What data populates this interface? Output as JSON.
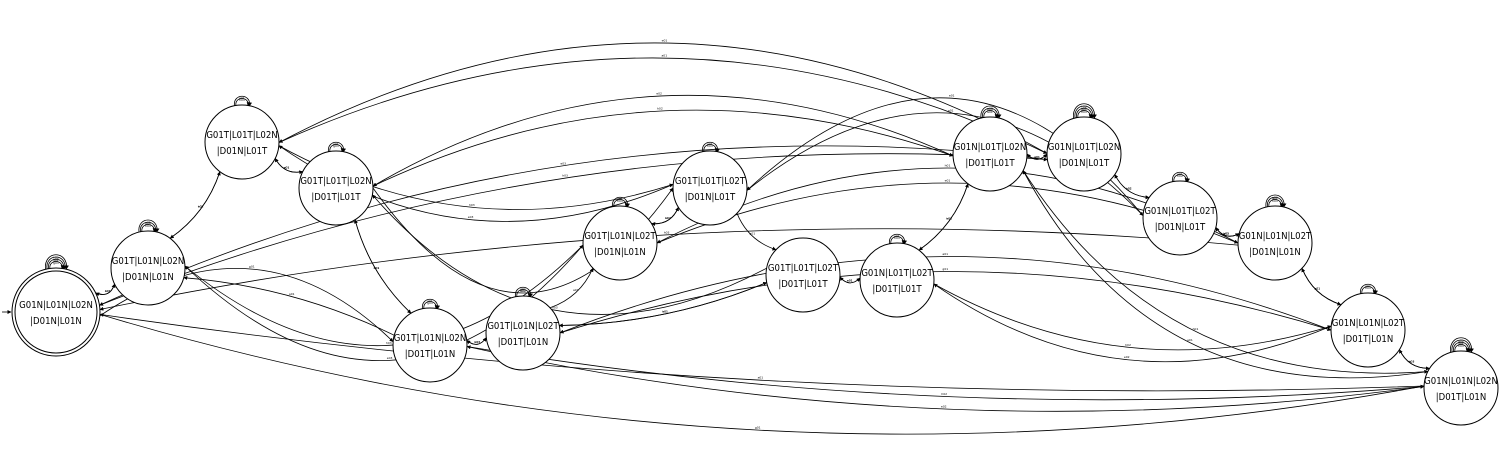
{
  "accent": {
    "highlighted_state_fill": "#f07070"
  },
  "states": [
    {
      "id": "s0",
      "line1": "G01N|L01N|L02N",
      "line2": "|D01N|L01N",
      "initial": true
    },
    {
      "id": "s1",
      "line1": "G01T|L01N|L02N",
      "line2": "|D01N|L01N"
    },
    {
      "id": "s2",
      "line1": "G01T|L01T|L02N",
      "line2": "|D01N|L01T"
    },
    {
      "id": "s3",
      "line1": "G01T|L01T|L02N",
      "line2": "|D01T|L01T"
    },
    {
      "id": "s4",
      "line1": "G01T|L01N|L02N",
      "line2": "|D01T|L01N"
    },
    {
      "id": "s5",
      "line1": "G01T|L01N|L02T",
      "line2": "|D01T|L01N"
    },
    {
      "id": "s6",
      "line1": "G01T|L01N|L02T",
      "line2": "|D01N|L01N"
    },
    {
      "id": "s7",
      "line1": "G01T|L01T|L02T",
      "line2": "|D01N|L01T"
    },
    {
      "id": "s8",
      "line1": "G01T|L01T|L02T",
      "line2": "|D01T|L01T",
      "highlighted": true
    },
    {
      "id": "s9",
      "line1": "G01N|L01T|L02T",
      "line2": "|D01T|L01T"
    },
    {
      "id": "s10",
      "line1": "G01N|L01T|L02N",
      "line2": "|D01T|L01T"
    },
    {
      "id": "s11",
      "line1": "G01N|L01T|L02N",
      "line2": "|D01N|L01T"
    },
    {
      "id": "s12",
      "line1": "G01N|L01T|L02T",
      "line2": "|D01N|L01T"
    },
    {
      "id": "s13",
      "line1": "G01N|L01N|L02T",
      "line2": "|D01N|L01N"
    },
    {
      "id": "s14",
      "line1": "G01N|L01N|L02T",
      "line2": "|D01T|L01N"
    },
    {
      "id": "s15",
      "line1": "G01N|L01N|L02N",
      "line2": "|D01T|L01N"
    }
  ],
  "transitions": [
    {
      "from": "s0",
      "to": "s1",
      "label": "h01"
    },
    {
      "from": "s1",
      "to": "s0",
      "label": "e01"
    },
    {
      "from": "s1",
      "to": "s2",
      "label": "h02"
    },
    {
      "from": "s2",
      "to": "s1",
      "label": "e02"
    },
    {
      "from": "s2",
      "to": "s3",
      "label": "g01"
    },
    {
      "from": "s3",
      "to": "s2",
      "label": "a01"
    },
    {
      "from": "s3",
      "to": "s4",
      "label": "h01"
    },
    {
      "from": "s4",
      "to": "s3",
      "label": "e01"
    },
    {
      "from": "s4",
      "to": "s5",
      "label": "h03"
    },
    {
      "from": "s5",
      "to": "s4",
      "label": "e03"
    },
    {
      "from": "s5",
      "to": "s6",
      "label": "a01"
    },
    {
      "from": "s6",
      "to": "s7",
      "label": "h02"
    },
    {
      "from": "s7",
      "to": "s6",
      "label": "e02"
    },
    {
      "from": "s7",
      "to": "s8",
      "label": "g01"
    },
    {
      "from": "s8",
      "to": "s9",
      "label": "a01"
    },
    {
      "from": "s9",
      "to": "s8",
      "label": "e01"
    },
    {
      "from": "s9",
      "to": "s10",
      "label": "h03"
    },
    {
      "from": "s10",
      "to": "s9",
      "label": "e03"
    },
    {
      "from": "s10",
      "to": "s11",
      "label": "g01"
    },
    {
      "from": "s11",
      "to": "s10",
      "label": "a01"
    },
    {
      "from": "s11",
      "to": "s12",
      "label": "h02"
    },
    {
      "from": "s12",
      "to": "s11",
      "label": "e02"
    },
    {
      "from": "s12",
      "to": "s13",
      "label": "h03"
    },
    {
      "from": "s13",
      "to": "s12",
      "label": "e03"
    },
    {
      "from": "s13",
      "to": "s14",
      "label": "a01"
    },
    {
      "from": "s14",
      "to": "s13",
      "label": "g01"
    },
    {
      "from": "s14",
      "to": "s15",
      "label": "h03"
    },
    {
      "from": "s15",
      "to": "s14",
      "label": "e03"
    },
    {
      "from": "s0",
      "to": "s4",
      "label": "g01"
    },
    {
      "from": "s4",
      "to": "s1",
      "label": "a01"
    },
    {
      "from": "s6",
      "to": "s1",
      "label": "h03"
    },
    {
      "from": "s1",
      "to": "s6",
      "label": "e03"
    },
    {
      "from": "s5",
      "to": "s8",
      "label": "h01"
    },
    {
      "from": "s8",
      "to": "s5",
      "label": "e01"
    },
    {
      "from": "s8",
      "to": "s3",
      "label": "h03"
    },
    {
      "from": "s3",
      "to": "s7",
      "label": "e03"
    },
    {
      "from": "s2",
      "to": "s7",
      "label": "h03"
    },
    {
      "from": "s7",
      "to": "s2",
      "label": "e03"
    },
    {
      "from": "s2",
      "to": "s11",
      "label": "a01"
    },
    {
      "from": "s11",
      "to": "s2",
      "label": "e01"
    },
    {
      "from": "s3",
      "to": "s10",
      "label": "h02"
    },
    {
      "from": "s10",
      "to": "s3",
      "label": "e02"
    },
    {
      "from": "s7",
      "to": "s12",
      "label": "a01"
    },
    {
      "from": "s12",
      "to": "s7",
      "label": "e01"
    },
    {
      "from": "s6",
      "to": "s13",
      "label": "e01"
    },
    {
      "from": "s13",
      "to": "s6",
      "label": "h01"
    },
    {
      "from": "s9",
      "to": "s14",
      "label": "h02"
    },
    {
      "from": "s14",
      "to": "s9",
      "label": "e02"
    },
    {
      "from": "s5",
      "to": "s14",
      "label": "g01"
    },
    {
      "from": "s14",
      "to": "s5",
      "label": "a01"
    },
    {
      "from": "s4",
      "to": "s15",
      "label": "h02"
    },
    {
      "from": "s15",
      "to": "s4",
      "label": "e02"
    },
    {
      "from": "s0",
      "to": "s11",
      "label": "h03"
    },
    {
      "from": "s11",
      "to": "s0",
      "label": "e03"
    },
    {
      "from": "s0",
      "to": "s15",
      "label": "g01"
    },
    {
      "from": "s15",
      "to": "s0",
      "label": "a01"
    },
    {
      "from": "s13",
      "to": "s0",
      "label": "h03"
    },
    {
      "from": "s12",
      "to": "s13",
      "label": "g01"
    },
    {
      "from": "s10",
      "to": "s15",
      "label": "h01"
    },
    {
      "from": "s15",
      "to": "s10",
      "label": "e01"
    }
  ],
  "self_loops": [
    {
      "state": "s0",
      "labels": [
        "g01",
        "a01",
        "e01",
        "h01"
      ]
    },
    {
      "state": "s1",
      "labels": [
        "h01",
        "e03",
        "a01"
      ]
    },
    {
      "state": "s2",
      "labels": [
        "h01",
        "e01"
      ]
    },
    {
      "state": "s3",
      "labels": [
        "g01",
        "e01"
      ]
    },
    {
      "state": "s4",
      "labels": [
        "g01",
        "a01"
      ]
    },
    {
      "state": "s5",
      "labels": [
        "a01",
        "g01"
      ]
    },
    {
      "state": "s6",
      "labels": [
        "h01",
        "e01"
      ]
    },
    {
      "state": "s7",
      "labels": [
        "h01",
        "e01"
      ]
    },
    {
      "state": "s9",
      "labels": [
        "h01",
        "e01"
      ]
    },
    {
      "state": "s10",
      "labels": [
        "a01",
        "h02",
        "e02"
      ]
    },
    {
      "state": "s11",
      "labels": [
        "h01",
        "g01",
        "a01",
        "h02"
      ]
    },
    {
      "state": "s12",
      "labels": [
        "h02",
        "e01"
      ]
    },
    {
      "state": "s13",
      "labels": [
        "h01",
        "a01",
        "g01"
      ]
    },
    {
      "state": "s14",
      "labels": [
        "h01",
        "g01"
      ]
    },
    {
      "state": "s15",
      "labels": [
        "h01",
        "a01",
        "e01",
        "g01"
      ]
    }
  ]
}
